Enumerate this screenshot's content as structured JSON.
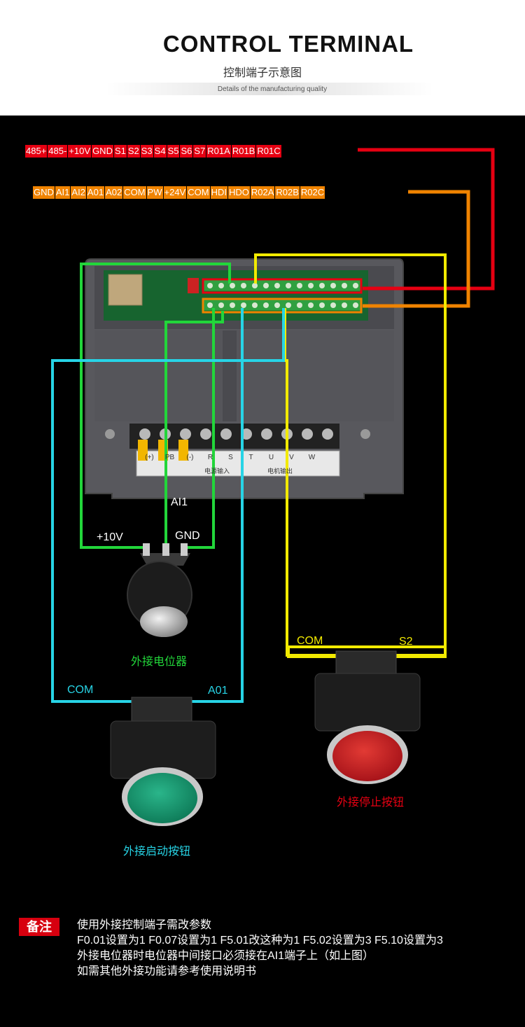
{
  "header": {
    "title": "CONTROL TERMINAL",
    "subtitle": "控制端子示意图",
    "tagline": "Details of the manufacturing quality"
  },
  "terminal_row_top": [
    "485+",
    "485-",
    "+10V",
    "GND",
    "S1",
    "S2",
    "S3",
    "S4",
    "S5",
    "S6",
    "S7",
    "R01A",
    "R01B",
    "R01C"
  ],
  "terminal_row_bottom": [
    "GND",
    "AI1",
    "AI2",
    "A01",
    "A02",
    "COM",
    "PW",
    "+24V",
    "COM",
    "HDI",
    "HDO",
    "R02A",
    "R02B",
    "R02C"
  ],
  "device": {
    "power_labels": [
      "(+)",
      "PB",
      "(-)",
      "R",
      "S",
      "T",
      "U",
      "V",
      "W"
    ],
    "panel_text": [
      "电源输入",
      "电机输出"
    ]
  },
  "wiring_labels": {
    "ai1": "AI1",
    "plus10v": "+10V",
    "gnd": "GND",
    "com_start": "COM",
    "a01": "A01",
    "com_stop": "COM",
    "s2": "S2"
  },
  "captions": {
    "potentiometer": "外接电位器",
    "start_button": "外接启动按钮",
    "stop_button": "外接停止按钮"
  },
  "notes": {
    "badge": "备注",
    "lines": [
      "使用外接控制端子需改参数",
      "F0.01设置为1 F0.07设置为1 F5.01改这种为1 F5.02设置为3 F5.10设置为3",
      "外接电位器时电位器中间接口必须接在AI1端子上（如上图）",
      "如需其他外接功能请参考使用说明书"
    ]
  },
  "colors": {
    "red": "#e60012",
    "orange": "#f08300",
    "yellow": "#f2ea00",
    "green": "#22d63a",
    "cyan": "#27d4e6"
  }
}
